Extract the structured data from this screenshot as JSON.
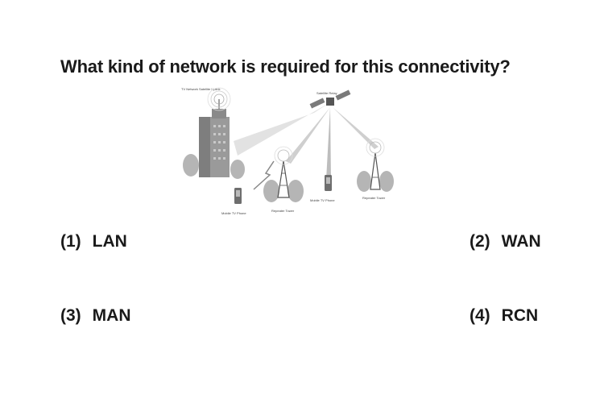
{
  "question": {
    "text": "What kind of network is required for this connectivity?"
  },
  "figure": {
    "labels": {
      "uplink": "TV Network Satellite Uplink",
      "satellite": "Satellite Relay",
      "phone_left": "Mobile TV Phone",
      "tower_left": "Repeater Tower",
      "phone_mid": "Mobile TV Phone",
      "tower_right": "Repeater Tower"
    },
    "colors": {
      "building": "#9a9a9a",
      "beam": "#d9d9d9",
      "tree": "#b5b5b5"
    }
  },
  "options": [
    {
      "number": "(1)",
      "text": "LAN"
    },
    {
      "number": "(2)",
      "text": "WAN"
    },
    {
      "number": "(3)",
      "text": "MAN"
    },
    {
      "number": "(4)",
      "text": "RCN"
    }
  ]
}
